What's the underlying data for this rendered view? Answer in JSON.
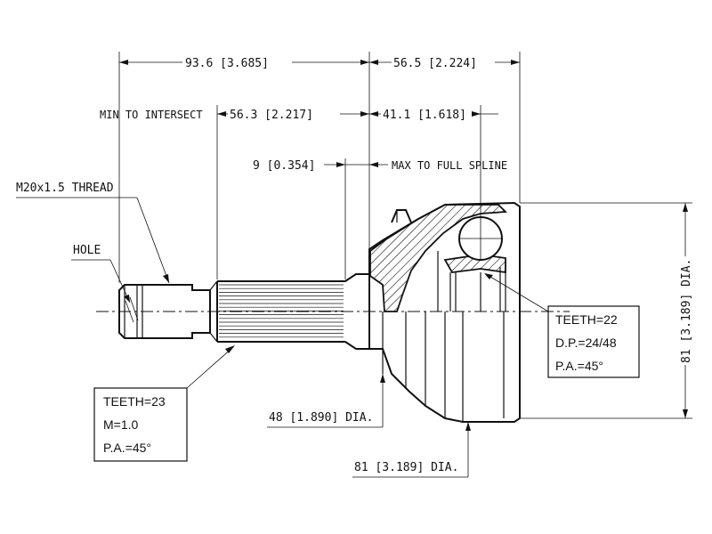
{
  "dimensions": {
    "overall_length": "93.6 [3.685]",
    "joint_length": "56.5 [2.224]",
    "min_to_intersect_label": "MIN TO INTERSECT",
    "min_to_intersect_value": "56.3 [2.217]",
    "right_offset": "41.1 [1.618]",
    "spline_offset": "9 [0.354]",
    "max_to_full_spline": "MAX TO FULL SPLINE",
    "thread": "M20x1.5 THREAD",
    "hole": "HOLE",
    "inner_dia": "48 [1.890] DIA.",
    "outer_dia": "81 [3.189] DIA.",
    "vertical_dia": "81 [3.189] DIA."
  },
  "shaft_spline_box": {
    "teeth": "TEETH=23",
    "module": "M=1.0",
    "pressure_angle": "P.A.=45°"
  },
  "inner_spline_box": {
    "teeth": "TEETH=22",
    "diametral_pitch": "D.P.=24/48",
    "pressure_angle": "P.A.=45°"
  }
}
